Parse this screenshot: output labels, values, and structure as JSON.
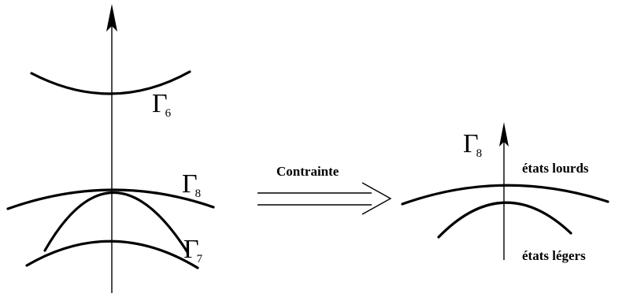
{
  "left_panel": {
    "band_top": {
      "symbol": "Γ",
      "subscript": "6"
    },
    "band_middle": {
      "symbol": "Γ",
      "subscript": "8"
    },
    "band_bottom": {
      "symbol": "Γ",
      "subscript": "7"
    }
  },
  "transition": {
    "label": "Contrainte"
  },
  "right_panel": {
    "band": {
      "symbol": "Γ",
      "subscript": "8"
    },
    "heavy_label": "états lourds",
    "light_label": "états légers"
  }
}
